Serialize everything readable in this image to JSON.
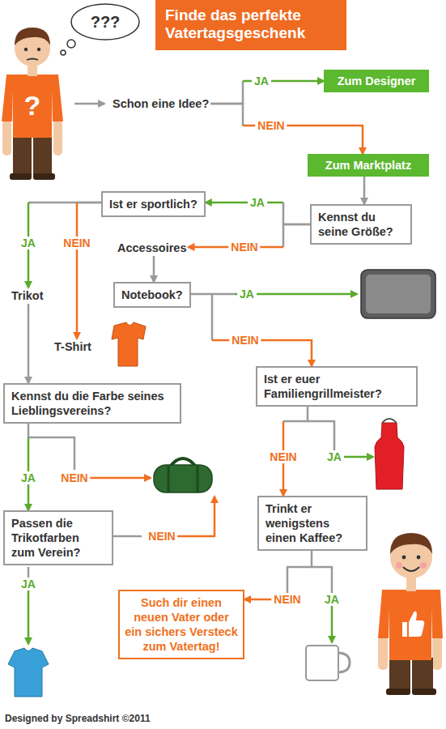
{
  "diagram": {
    "title": "Finde das perfekte Vatertagsgeschenk",
    "nodes": [
      {
        "text": [
          "Schon eine Idee?"
        ]
      },
      {
        "text": [
          "Zum Designer"
        ]
      },
      {
        "text": [
          "Zum Marktplatz"
        ]
      },
      {
        "text": [
          "Kennst du seine Größe?"
        ]
      },
      {
        "text": [
          "Ist er sportlich?"
        ]
      },
      {
        "text": [
          "Accessoires"
        ]
      },
      {
        "text": [
          "Trikot"
        ]
      },
      {
        "text": [
          "T-Shirt"
        ]
      },
      {
        "text": [
          "Notebook?"
        ]
      },
      {
        "text": [
          "Kennst du die Farbe seines Lieblingsvereins?"
        ]
      },
      {
        "text": [
          "Ist er euer Familiengrillmeister?"
        ]
      },
      {
        "text": [
          "Passen die Trikotfarben zum Verein?"
        ]
      },
      {
        "text": [
          "Trinkt er wenigstens einen Kaffee?"
        ]
      },
      {
        "text": [
          "Such dir einen neuen Vater oder ein sichers Versteck zum Vatertag!"
        ]
      }
    ],
    "edges": [
      {
        "from": 0,
        "to": 1,
        "label": "JA",
        "arrow": "to"
      },
      {
        "from": 0,
        "to": 2,
        "label": "NEIN",
        "arrow": "to"
      },
      {
        "from": 2,
        "to": 3,
        "arrow": "to"
      },
      {
        "from": 3,
        "to": 4,
        "label": "JA",
        "arrow": "to"
      },
      {
        "from": 3,
        "to": 5,
        "label": "NEIN",
        "arrow": "to"
      },
      {
        "from": 4,
        "to": 6,
        "label": "JA",
        "arrow": "to"
      },
      {
        "from": 4,
        "to": 7,
        "label": "NEIN",
        "arrow": "to"
      },
      {
        "from": 5,
        "to": 8,
        "arrow": "to"
      },
      {
        "from": 8,
        "to": 10,
        "label": "NEIN",
        "arrow": "to"
      },
      {
        "from": 6,
        "to": 9,
        "arrow": "to"
      },
      {
        "from": 9,
        "to": 11,
        "label": "JA",
        "arrow": "to"
      },
      {
        "from": 10,
        "to": 12,
        "label": "NEIN",
        "arrow": "to"
      },
      {
        "from": 12,
        "to": 13,
        "label": "NEIN",
        "arrow": "to"
      }
    ],
    "labels": [
      "???",
      "?",
      "JA",
      "NEIN",
      "NEIN",
      "JA",
      "JA",
      "JA",
      "Designed by Spreadshirt ©2011"
    ]
  }
}
